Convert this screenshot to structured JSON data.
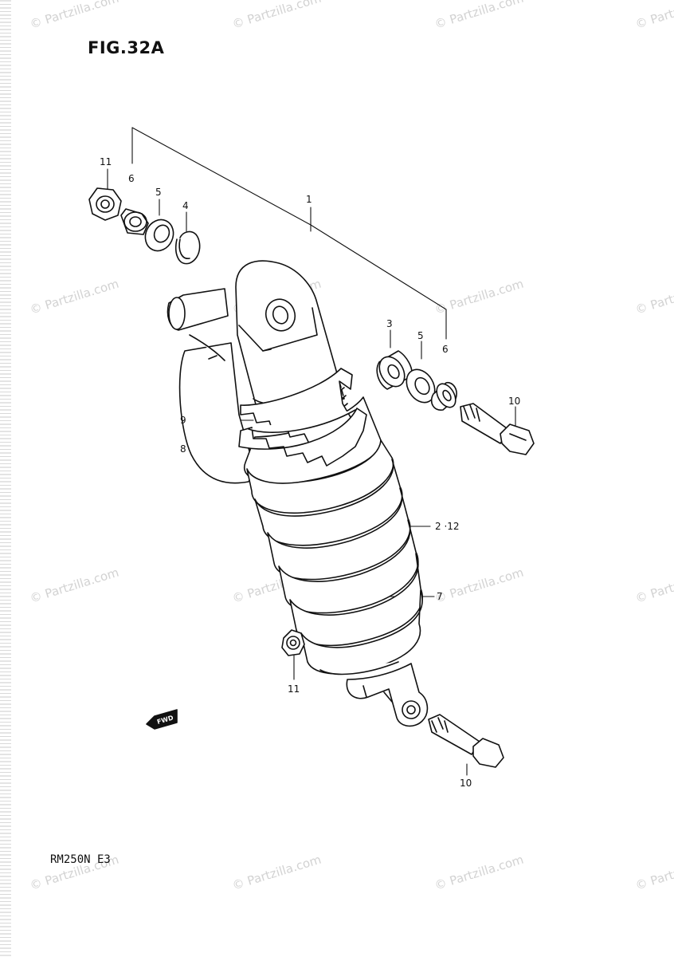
{
  "figure": {
    "title": "FIG.32A",
    "model": "RM250N E3",
    "fwd_label": "FWD"
  },
  "watermark": {
    "text": "© Partzilla.com"
  },
  "callouts": [
    {
      "id": "c-11-top",
      "text": "11"
    },
    {
      "id": "c-6-top",
      "text": "6"
    },
    {
      "id": "c-5-top",
      "text": "5"
    },
    {
      "id": "c-4",
      "text": "4"
    },
    {
      "id": "c-1",
      "text": "1"
    },
    {
      "id": "c-3",
      "text": "3"
    },
    {
      "id": "c-5-right",
      "text": "5"
    },
    {
      "id": "c-6-right",
      "text": "6"
    },
    {
      "id": "c-10-top",
      "text": "10"
    },
    {
      "id": "c-9",
      "text": "9"
    },
    {
      "id": "c-8",
      "text": "8"
    },
    {
      "id": "c-2-12",
      "text": "2 ·12"
    },
    {
      "id": "c-7",
      "text": "7"
    },
    {
      "id": "c-11-bottom",
      "text": "11"
    },
    {
      "id": "c-10-bottom",
      "text": "10"
    }
  ]
}
